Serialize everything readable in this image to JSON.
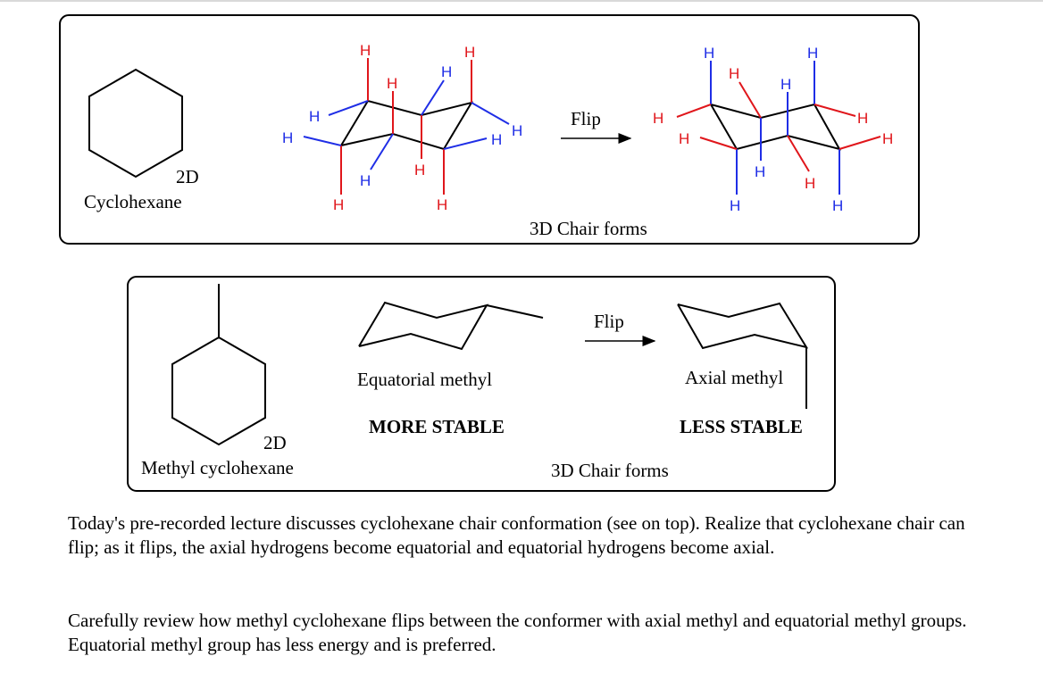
{
  "panel_top": {
    "label_2d": "2D",
    "name": "Cyclohexane",
    "flip_label": "Flip",
    "caption": "3D Chair forms",
    "atom_label": "H"
  },
  "panel_bottom": {
    "label_2d": "2D",
    "name": "Methyl cyclohexane",
    "flip_label": "Flip",
    "caption": "3D Chair forms",
    "left_label": "Equatorial methyl",
    "left_stability": "MORE STABLE",
    "right_label": "Axial methyl",
    "right_stability": "LESS STABLE"
  },
  "colors": {
    "axial": "#e0161b",
    "equatorial": "#1f2ee6",
    "ring": "#000000"
  },
  "paragraphs": [
    "Today's pre-recorded lecture discusses cyclohexane chair conformation (see on top). Realize that cyclohexane chair can flip; as it flips, the axial hydrogens become equatorial and equatorial hydrogens become axial.",
    "Carefully review how methyl cyclohexane flips between the conformer with axial methyl and equatorial methyl groups. Equatorial methyl group has less energy and is preferred."
  ]
}
